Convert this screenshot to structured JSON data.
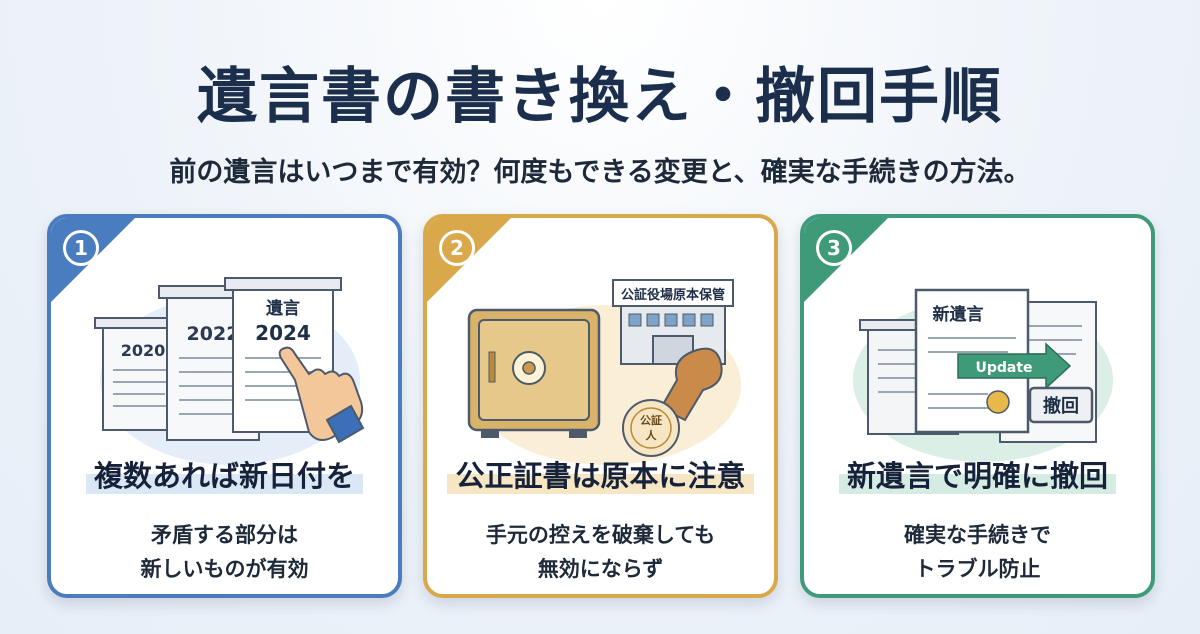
{
  "header": {
    "title": "遺言書の書き換え・撤回手順",
    "subtitle": "前の遺言はいつまで有効？何度もできる変更と、確実な手続きの方法。"
  },
  "cards": [
    {
      "number": "1",
      "heading": "複数あれば新日付を",
      "desc_line1": "矛盾する部分は",
      "desc_line2": "新しいものが有効",
      "doc_label_old1": "2020",
      "doc_label_old2": "2022",
      "doc_label_title": "遺言",
      "doc_label_new": "2024"
    },
    {
      "number": "2",
      "heading": "公正証書は原本に注意",
      "desc_line1": "手元の控えを破棄しても",
      "desc_line2": "無効にならず",
      "building_sign": "公証役場原本保管",
      "stamp_line1": "公証",
      "stamp_line2": "人"
    },
    {
      "number": "3",
      "heading": "新遺言で明確に撤回",
      "desc_line1": "確実な手続きで",
      "desc_line2": "トラブル防止",
      "doc_title": "新遺言",
      "arrow_label": "Update",
      "stamp_label": "撤回"
    }
  ],
  "colors": {
    "card1_accent": "#4a7cc0",
    "card2_accent": "#d9a84a",
    "card3_accent": "#3f9a7a",
    "title_text": "#1b2e4b"
  }
}
